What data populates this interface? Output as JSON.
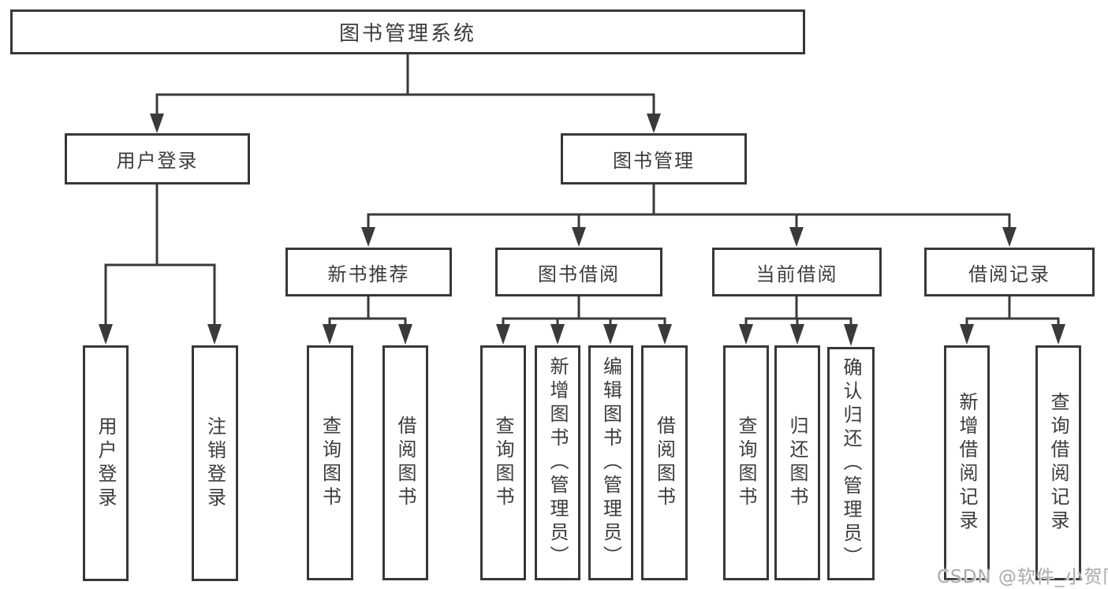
{
  "tree": {
    "label": "图书管理系统",
    "children": [
      {
        "label": "用户登录",
        "children": [
          {
            "label": "用户登录"
          },
          {
            "label": "注销登录"
          }
        ]
      },
      {
        "label": "图书管理",
        "children": [
          {
            "label": "新书推荐",
            "children": [
              {
                "label": "查询图书"
              },
              {
                "label": "借阅图书"
              }
            ]
          },
          {
            "label": "图书借阅",
            "children": [
              {
                "label": "查询图书"
              },
              {
                "label": "新增图书（管理员）"
              },
              {
                "label": "编辑图书（管理员）"
              },
              {
                "label": "借阅图书"
              }
            ]
          },
          {
            "label": "当前借阅",
            "children": [
              {
                "label": "查询图书"
              },
              {
                "label": "归还图书"
              },
              {
                "label": "确认归还（管理员）"
              }
            ]
          },
          {
            "label": "借阅记录",
            "children": [
              {
                "label": "新增借阅记录"
              },
              {
                "label": "查询借阅记录"
              }
            ]
          }
        ]
      }
    ]
  },
  "watermark": {
    "text": "CSDN @软件_小贺同学"
  },
  "colors": {
    "line": "#3a3a3a",
    "box_border": "#383838",
    "text": "#3c3c3c",
    "watermark": "#ababab",
    "background": "#ffffff"
  }
}
